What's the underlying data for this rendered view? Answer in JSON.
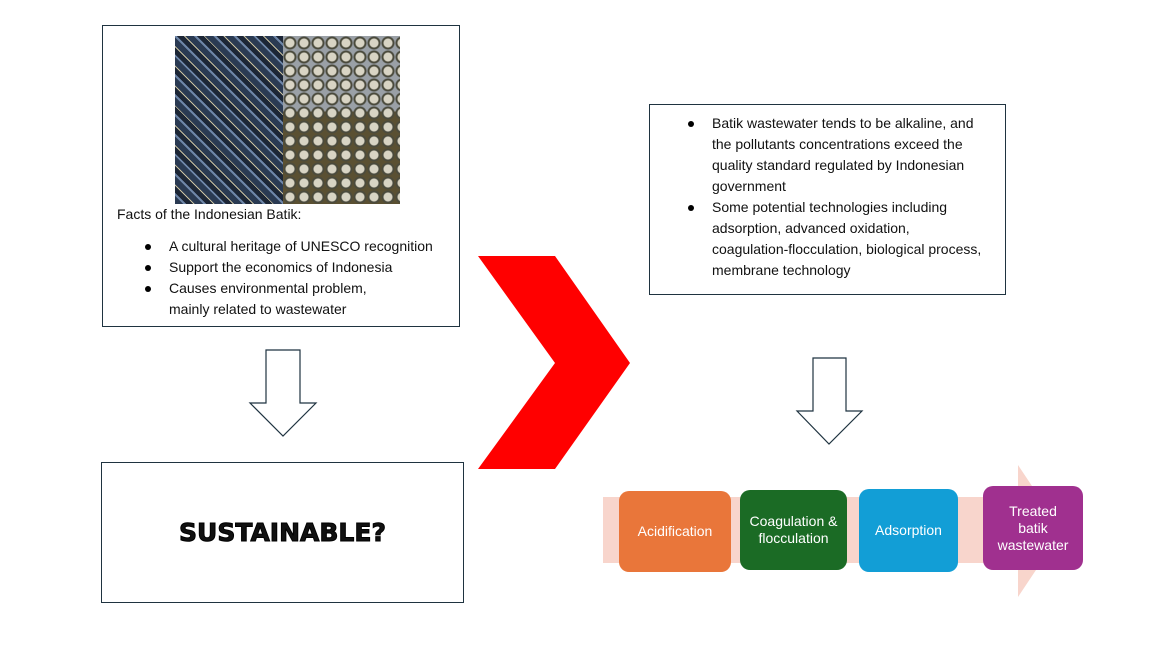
{
  "facts_box": {
    "title": "Facts of the Indonesian Batik:",
    "items": [
      "A cultural heritage of UNESCO recognition",
      "Support the economics of Indonesia",
      "Causes environmental problem, mainly related to wastewater"
    ]
  },
  "tech_box": {
    "items": [
      "Batik wastewater tends to be alkaline, and the pollutants concentrations exceed the quality standard regulated by Indonesian government",
      "Some potential technologies including adsorption, advanced oxidation, coagulation-flocculation, biological process, membrane technology"
    ]
  },
  "sustainable_label": "SUSTAINABLE?",
  "process": {
    "steps": [
      {
        "label": "Acidification",
        "color": "#e9763a"
      },
      {
        "label": "Coagulation & flocculation",
        "color": "#1b6b25"
      },
      {
        "label": "Adsorption",
        "color": "#129ed6"
      },
      {
        "label": "Treated batik wastewater",
        "color": "#a0308f"
      }
    ],
    "band_color": "#f8d5cc"
  },
  "colors": {
    "chevron": "#ff0000"
  }
}
